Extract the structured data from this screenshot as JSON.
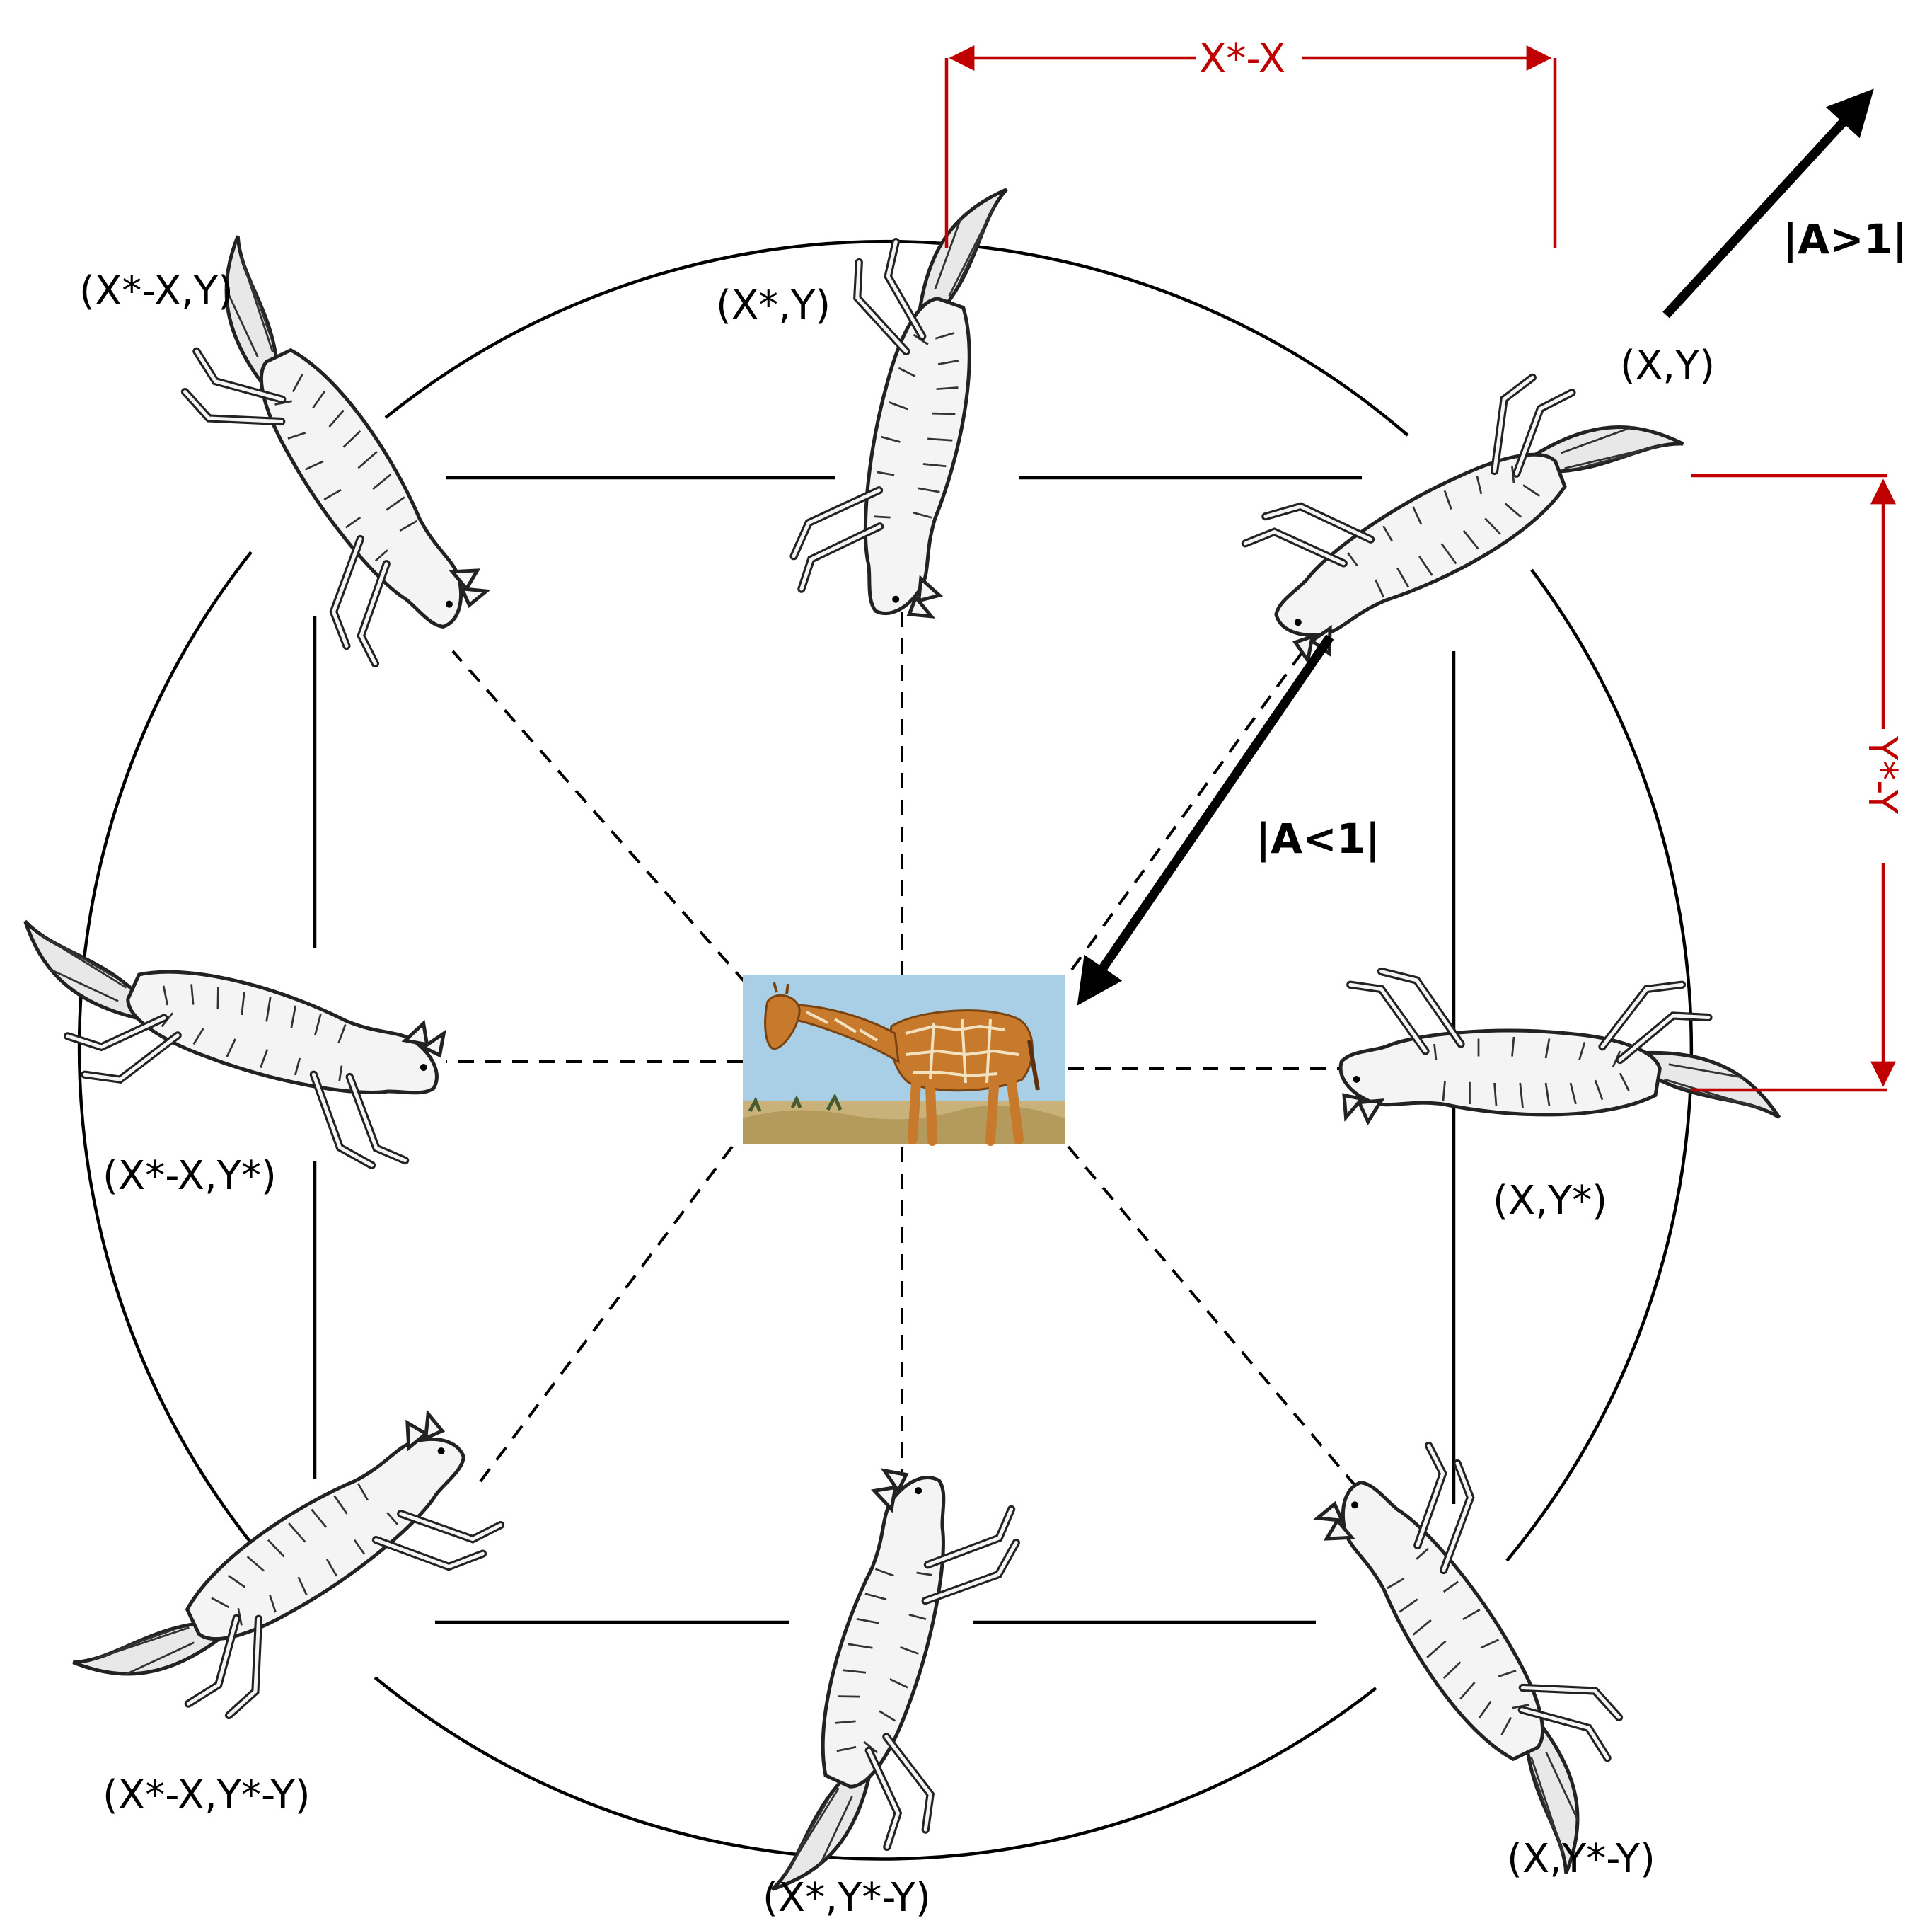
{
  "labels": {
    "top_left": "(X*-X,Y)",
    "top": "(X*,Y)",
    "top_right": "(X,Y)",
    "left": "(X*-X,Y*)",
    "right": "(X,Y*)",
    "bottom_left": "(X*-X,Y*-Y)",
    "bottom": "(X*,Y*-Y)",
    "bottom_right": "(X,Y*-Y)"
  },
  "dimensions": {
    "x_span": "X*-X",
    "y_span": "Y*-Y"
  },
  "arrows": {
    "explore": "|A>1|",
    "exploit": "|A<1|"
  },
  "colors": {
    "dimension_red": "#c00000",
    "sky_blue": "#a8cfe6",
    "giraffe_orange": "#c77a2c",
    "grass": "#c9b27a"
  },
  "icons": {
    "prey": "giraffe-photo",
    "agents": "wolf-sketch"
  }
}
